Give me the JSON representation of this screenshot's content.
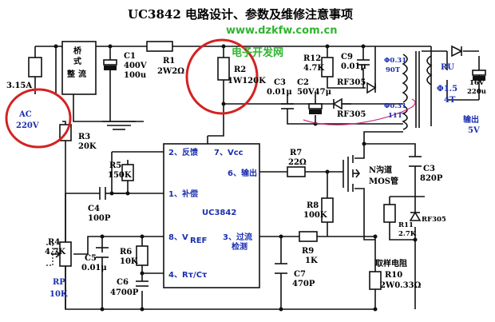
{
  "title": "UC3842 电路设计、参数及维修注意事项",
  "watermark": {
    "url": "www.dzkfw.com.cn",
    "name": "电子开发网"
  },
  "colors": {
    "highlight_circle": "#d42222",
    "label_blue": "#1b2fb0",
    "wire": "#111111",
    "watermark": "#2fb52f"
  },
  "input": {
    "fuse": "3.15A",
    "ac": "AC",
    "voltage": "220V"
  },
  "rectifier": {
    "label": [
      "桥",
      "式",
      "整",
      "流"
    ]
  },
  "c1": {
    "name": "C1",
    "v": "400V",
    "c": "100u"
  },
  "r1": {
    "name": "R1",
    "v": "2W2Ω"
  },
  "r2": {
    "name": "R2",
    "v": "1W120K"
  },
  "r3": {
    "name": "R3",
    "v": "20K"
  },
  "r12": {
    "name": "R12",
    "v": "4.7K"
  },
  "c9": {
    "name": "C9",
    "v": "0.01μ"
  },
  "rf305_top": "RF305",
  "rf305_mid": "RF305",
  "rf305_right": "RF305",
  "c3a": {
    "name": "C3",
    "v": "0.01μ"
  },
  "c2": {
    "name": "C2",
    "v": "50V47μ"
  },
  "winding_90t": {
    "d": "Φ0.31",
    "t": "90T"
  },
  "winding_11t": {
    "d": "Φ0.31",
    "t": "11T"
  },
  "winding_4t": {
    "d": "Φ1.5",
    "t": "4T"
  },
  "ru": "RU",
  "cout": {
    "v": "16V",
    "c": "220u"
  },
  "output": {
    "label": "输出",
    "v": "5V"
  },
  "ic": {
    "name": "UC3842",
    "pin2": "2、反馈",
    "pin7": "7、Vcc",
    "pin6": "6、输出",
    "pin1": "1、补偿",
    "pin8": "8、V",
    "pin8_sub": "REF",
    "pin3a": "3、过流",
    "pin3b": "检测",
    "pin4": "4、Rτ/Cτ"
  },
  "r5": {
    "name": "R5",
    "v": "150K"
  },
  "c4": {
    "name": "C4",
    "v": "100P"
  },
  "r4": {
    "name": "R4",
    "v": "4.7K"
  },
  "rp": {
    "name": "RP",
    "v": "10K"
  },
  "c5": {
    "name": "C5",
    "v": "0.01μ"
  },
  "r6": {
    "name": "R6",
    "v": "10K"
  },
  "c6": {
    "name": "C6",
    "v": "4700P"
  },
  "r7": {
    "name": "R7",
    "v": "22Ω"
  },
  "r8": {
    "name": "R8",
    "v": "100K"
  },
  "r9": {
    "name": "R9",
    "v": "1K"
  },
  "c7": {
    "name": "C7",
    "v": "470P"
  },
  "mos": {
    "l1": "N沟道",
    "l2": "MOS管"
  },
  "c3b": {
    "name": "C3",
    "v": "820P"
  },
  "r11": {
    "name": "R11",
    "v": "2.7K"
  },
  "r10": {
    "name": "R10",
    "desc": "取样电阻",
    "v": "2W0.33Ω"
  }
}
